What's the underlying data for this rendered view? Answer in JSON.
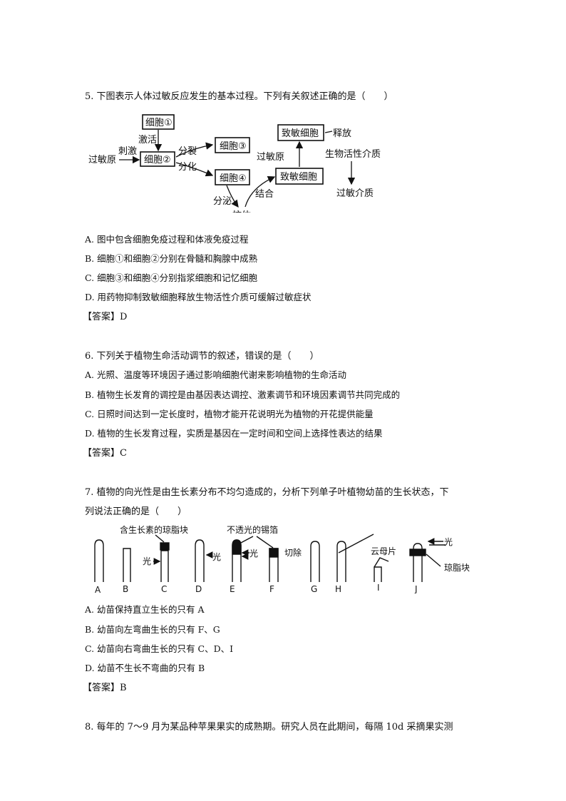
{
  "q5": {
    "stem": "5. 下图表示人体过敏反应发生的基本过程。下列有关叙述正确的是（　　）",
    "diagram": {
      "cell1": "细胞①",
      "cell2": "细胞②",
      "cell3": "细胞③",
      "cell4": "细胞④",
      "allergen1": "过敏原",
      "stimulate": "刺激",
      "activate": "激活",
      "divide": "分裂",
      "differentiate": "分化",
      "secrete": "分泌",
      "antibody": "抗体",
      "bind": "结合",
      "sensitized_cell_top": "致敏细胞",
      "sensitized_cell_bottom": "致敏细胞",
      "allergen2": "过敏原",
      "release": "释放",
      "bioactive": "生物活性介质",
      "mediator": "过敏介质"
    },
    "options": [
      "A. 图中包含细胞免疫过程和体液免疫过程",
      "B. 细胞①和细胞②分别在骨髓和胸腺中成熟",
      "C. 细胞③和细胞④分别指浆细胞和记忆细胞",
      "D. 用药物抑制致敏细胞释放生物活性介质可缓解过敏症状"
    ],
    "answer": "【答案】D"
  },
  "q6": {
    "stem": "6. 下列关于植物生命活动调节的叙述，错误的是（　　）",
    "options": [
      "A. 光照、温度等环境因子通过影响细胞代谢来影响植物的生命活动",
      "B. 植物生长发育的调控是由基因表达调控、激素调节和环境因素调节共同完成的",
      "C. 日照时间达到一定长度时，植物才能开花说明光为植物的开花提供能量",
      "D. 植物的生长发育过程，实质是基因在一定时间和空间上选择性表达的结果"
    ],
    "answer": "【答案】C"
  },
  "q7": {
    "stem_line1": "7. 植物的向光性是由生长素分布不均匀造成的，分析下列单子叶植物幼苗的生长状态，下",
    "stem_line2": "列说法正确的是（　　）",
    "figure": {
      "agar_with_auxin": "含生长素的琼脂块",
      "opaque_foil": "不透光的锡箔",
      "mica": "云母片",
      "light": "光",
      "cut": "切除",
      "agar": "琼脂块",
      "labels": [
        "A",
        "B",
        "C",
        "D",
        "E",
        "F",
        "G",
        "H",
        "I",
        "J"
      ]
    },
    "options": [
      "A. 幼苗保持直立生长的只有 A",
      "B. 幼苗向左弯曲生长的只有 F、G",
      "C. 幼苗向右弯曲生长的只有 C、D、I",
      "D. 幼苗不生长不弯曲的只有 B"
    ],
    "answer": "【答案】B"
  },
  "q8": {
    "stem": "8. 每年的 7～9 月为某品种苹果果实的成熟期。研究人员在此期间，每隔 10d 采摘果实测"
  }
}
